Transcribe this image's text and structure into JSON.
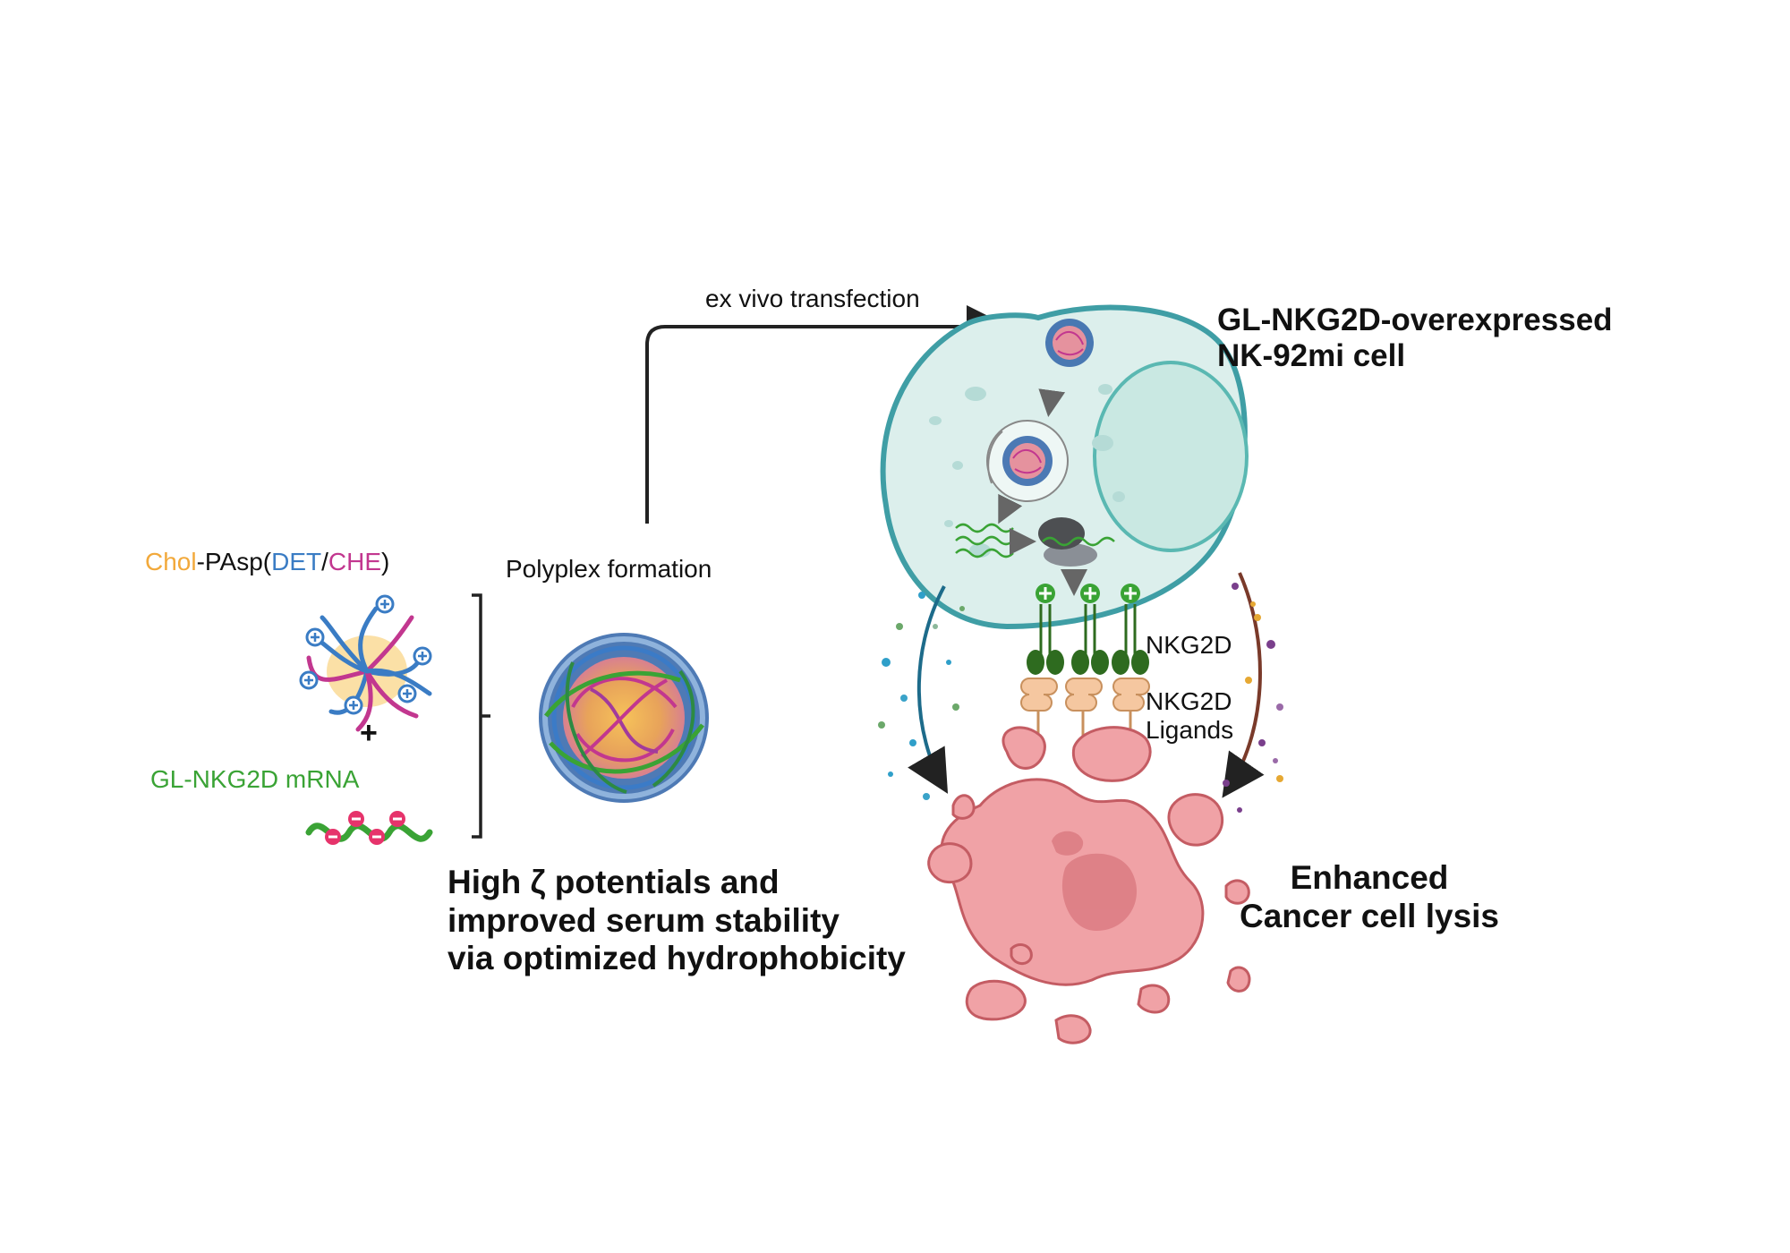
{
  "polymer_label": {
    "part1": "Chol",
    "part2": "-PAsp(",
    "part3": "DET",
    "part4": "/",
    "part5": "CHE",
    "part6": ")"
  },
  "plus_sign": "+",
  "mrna_label": "GL-NKG2D mRNA",
  "polyplex_formation": "Polyplex formation",
  "ex_vivo": "ex vivo transfection",
  "nk_cell_title": {
    "line1": "GL-NKG2D-overexpressed",
    "line2": "NK-92mi cell"
  },
  "nkg2d_label": "NKG2D",
  "nkg2d_ligands": {
    "line1": "NKG2D",
    "line2": "Ligands"
  },
  "polyplex_properties": {
    "line1": "High ζ potentials and",
    "line2": "improved serum stability",
    "line3": "via optimized hydrophobicity"
  },
  "outcome": {
    "line1": "Enhanced",
    "line2": "Cancer cell lysis"
  },
  "colors": {
    "chol": "#f2a93b",
    "det": "#3a7cc4",
    "che": "#c2378f",
    "mrna": "#3aa335",
    "cell_fill": "#dcefec",
    "cell_stroke": "#3f9ea5",
    "cancer_fill": "#f0a2a6",
    "cancer_stroke": "#c45c63",
    "receptor": "#2e6b1f",
    "ligand": "#f5c7a0"
  }
}
